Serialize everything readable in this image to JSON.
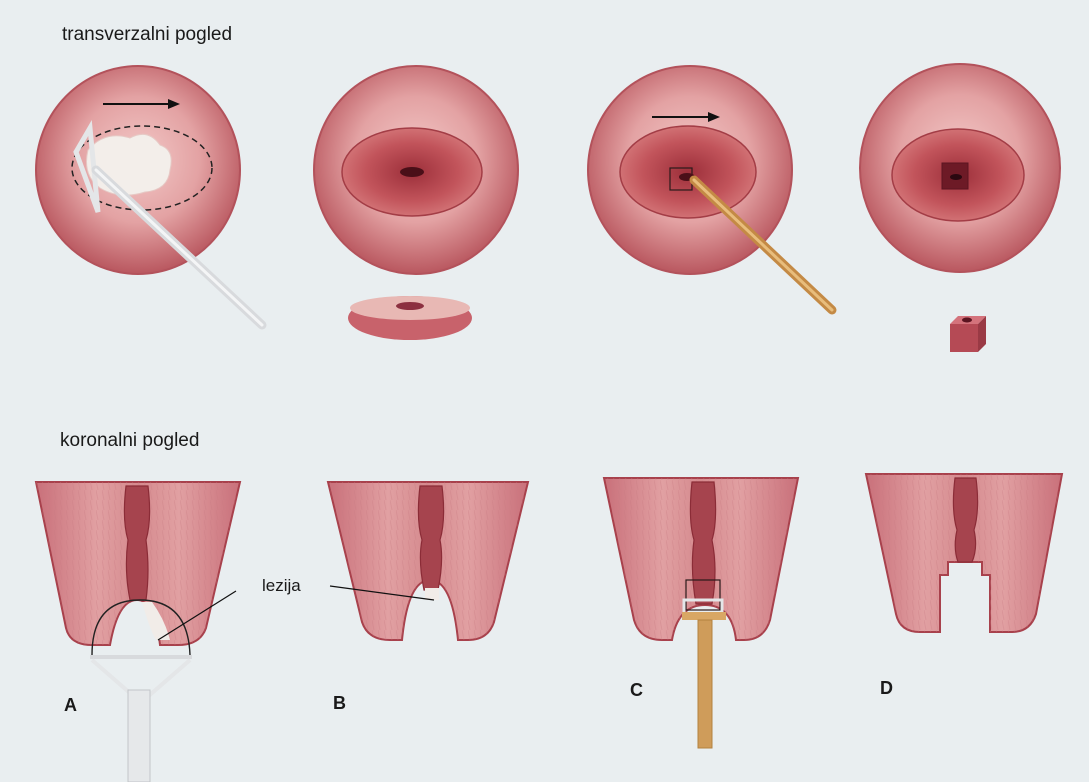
{
  "views": {
    "transversal_title": "transverzalni pogled",
    "coronal_title": "koronalni pogled"
  },
  "callout": {
    "lesion_label": "lezija"
  },
  "panels": [
    {
      "letter": "A"
    },
    {
      "letter": "B"
    },
    {
      "letter": "C"
    },
    {
      "letter": "D"
    }
  ],
  "colors": {
    "tissue_outer": "#c96a72",
    "tissue_light": "#e9aeb0",
    "inner_surface": "#b8454e",
    "lesion_white": "#f1ece8",
    "instrument_white": "#e4e6e8",
    "instrument_tan": "#d9a764",
    "background": "#e9eef0"
  }
}
